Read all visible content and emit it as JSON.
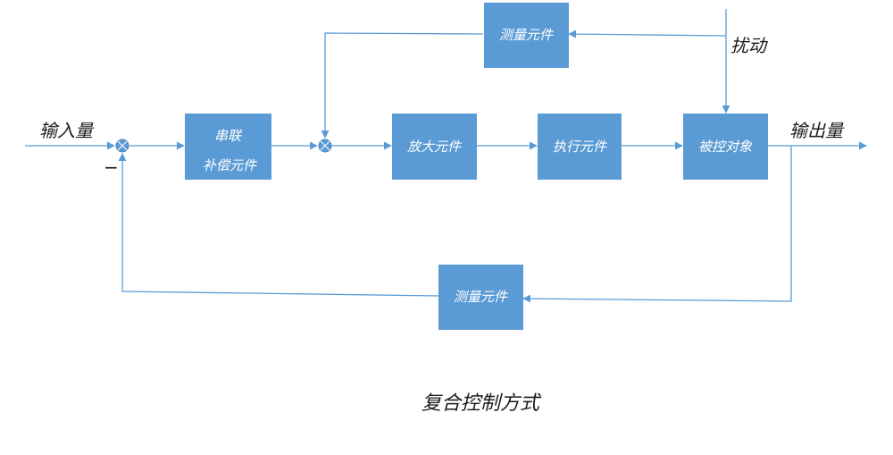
{
  "colors": {
    "block": "#5b9bd5",
    "line": "#5b9bd5",
    "text": "#1a1a1a"
  },
  "blocks": {
    "series_compensation": {
      "line1": "串联",
      "line2": "补偿元件"
    },
    "amplifier": {
      "label": "放大元件"
    },
    "actuator": {
      "label": "执行元件"
    },
    "plant": {
      "label": "被控对象"
    },
    "disturbance_sensor": {
      "label": "测量元件"
    },
    "feedback_sensor": {
      "label": "测量元件"
    }
  },
  "labels": {
    "input": "输入量",
    "output": "输出量",
    "disturbance": "扰动",
    "minus": "−"
  },
  "caption": "复合控制方式"
}
